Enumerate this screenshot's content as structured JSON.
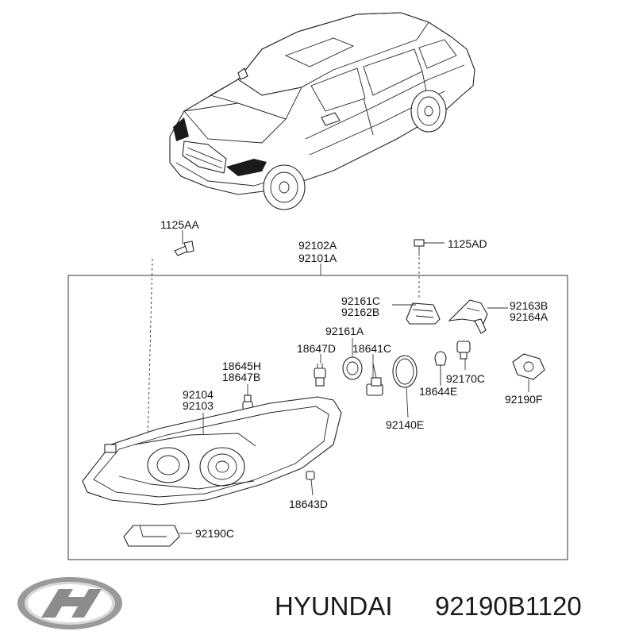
{
  "labels": {
    "bolt_top_left": "1125AA",
    "assembly_a": "92102A",
    "assembly_b": "92101A",
    "bolt_top_right": "1125AD",
    "bracket_c": "92161C",
    "bracket_b": "92162B",
    "cover_b": "92163B",
    "cover_a": "92164A",
    "ring_a": "92161A",
    "socket_d": "18647D",
    "bulb_c": "18641C",
    "socket_h": "18645H",
    "socket_b": "18647B",
    "housing_a": "92104",
    "housing_b": "92103",
    "bulb_92170c": "92170C",
    "bulb_18644e": "18644E",
    "cap_92190f": "92190F",
    "cap_92140e": "92140E",
    "bulb_18643d": "18643D",
    "module_92190c": "92190C"
  },
  "brand": {
    "name": "HYUNDAI",
    "part_number": "92190B1120"
  }
}
